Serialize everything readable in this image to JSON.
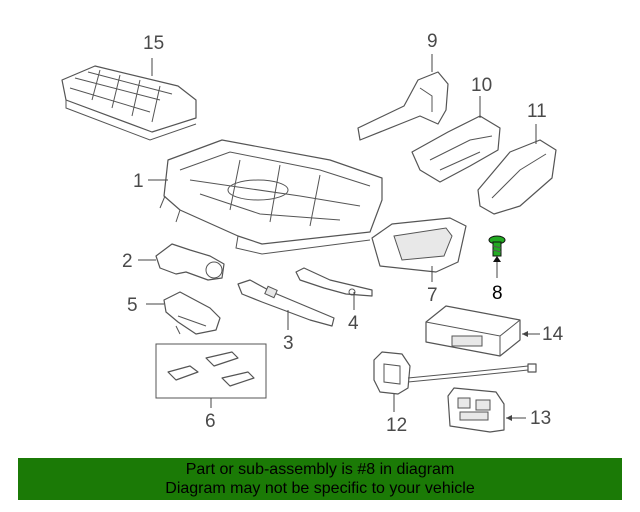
{
  "callouts": {
    "c1": "1",
    "c2": "2",
    "c3": "3",
    "c4": "4",
    "c5": "5",
    "c6": "6",
    "c7": "7",
    "c8": "8",
    "c9": "9",
    "c10": "10",
    "c11": "11",
    "c12": "12",
    "c13": "13",
    "c14": "14",
    "c15": "15"
  },
  "highlighted_part": "8",
  "colors": {
    "banner_bg": "#1b7a06",
    "highlight_part": "#22aa22",
    "line_art": "#555555"
  },
  "banner": {
    "line1": "Part or sub-assembly is #8 in diagram",
    "line2": "Diagram may not be specific to your vehicle"
  }
}
